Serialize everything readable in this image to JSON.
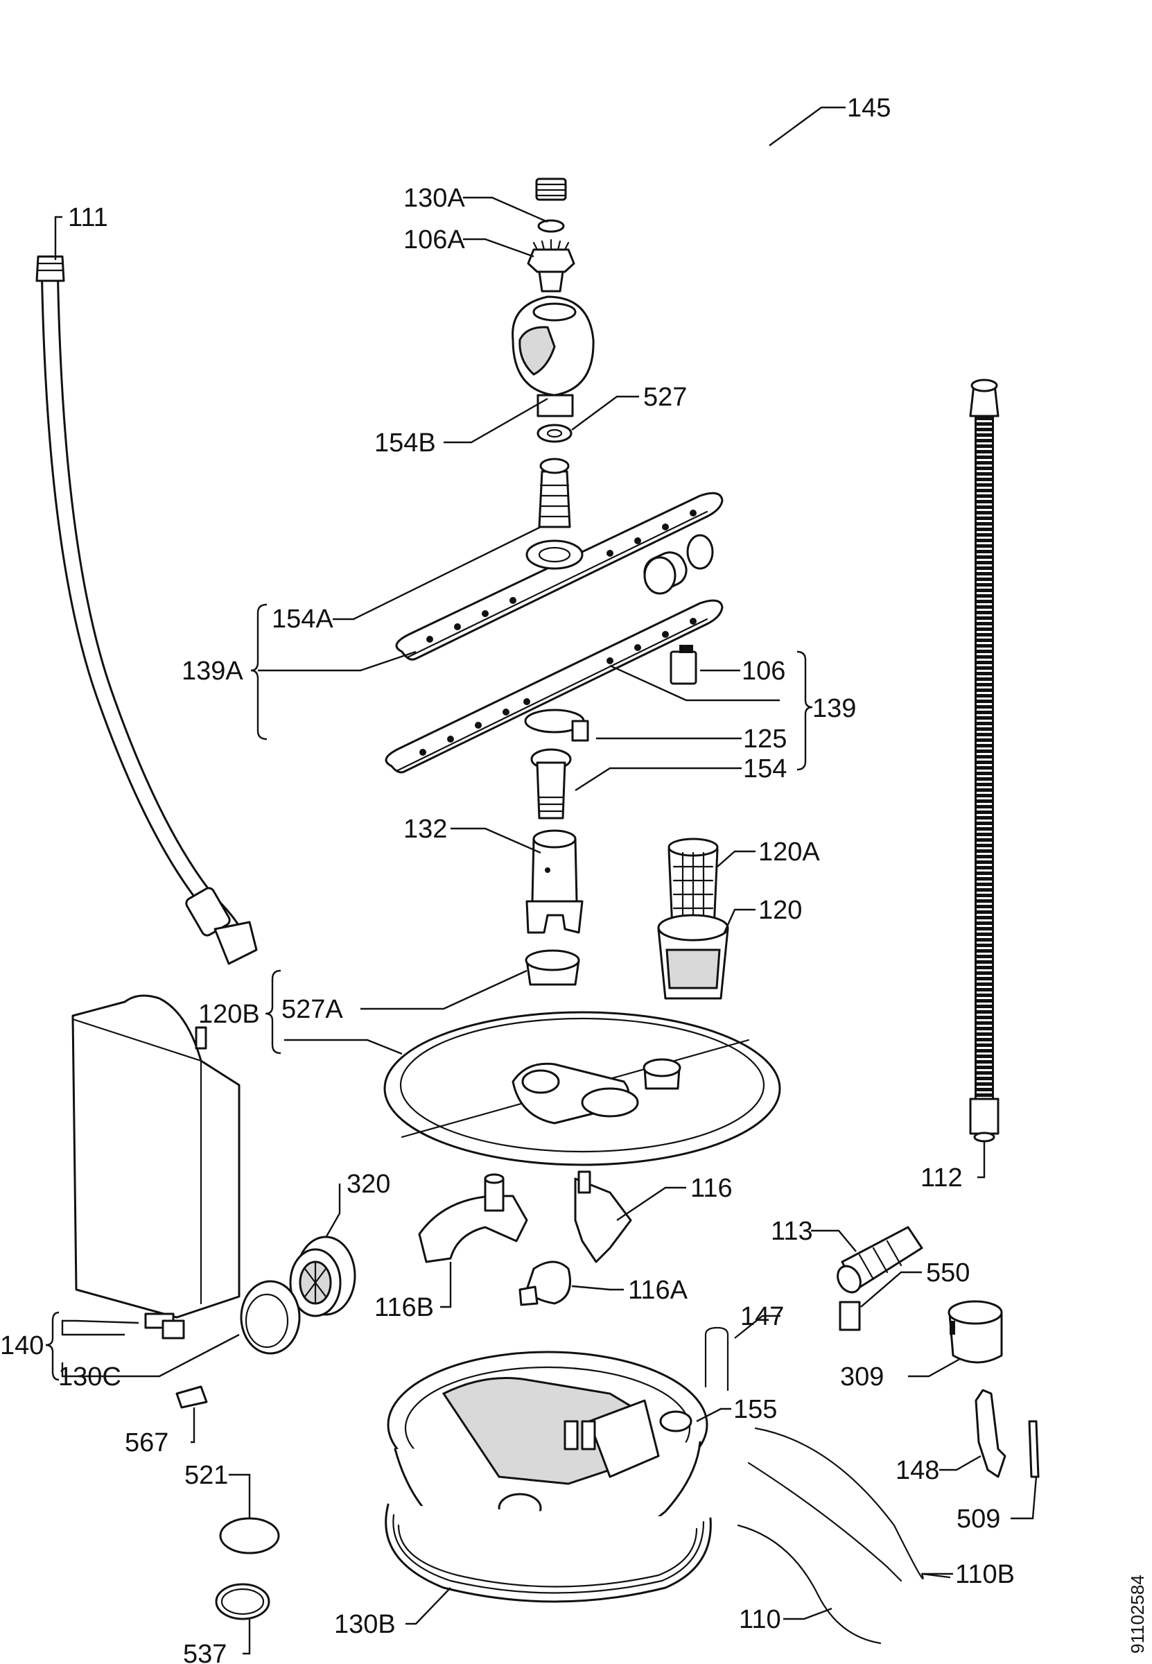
{
  "labels": {
    "l145": "145",
    "l130a": "130A",
    "l106a": "106A",
    "l111": "111",
    "l527": "527",
    "l154b": "154B",
    "l154a": "154A",
    "l139a": "139A",
    "l106": "106",
    "l139": "139",
    "l125": "125",
    "l154": "154",
    "l132": "132",
    "l120a": "120A",
    "l120": "120",
    "l120b": "120B",
    "l527a": "527A",
    "l112": "112",
    "l320": "320",
    "l116": "116",
    "l116b": "116B",
    "l116a": "116A",
    "l113": "113",
    "l550": "550",
    "l140": "140",
    "l130c": "130C",
    "l147": "147",
    "l309": "309",
    "l567": "567",
    "l155": "155",
    "l148": "148",
    "l521": "521",
    "l509": "509",
    "l110b": "110B",
    "l537": "537",
    "l130b": "130B",
    "l110": "110"
  },
  "drawing_code": "91102584"
}
